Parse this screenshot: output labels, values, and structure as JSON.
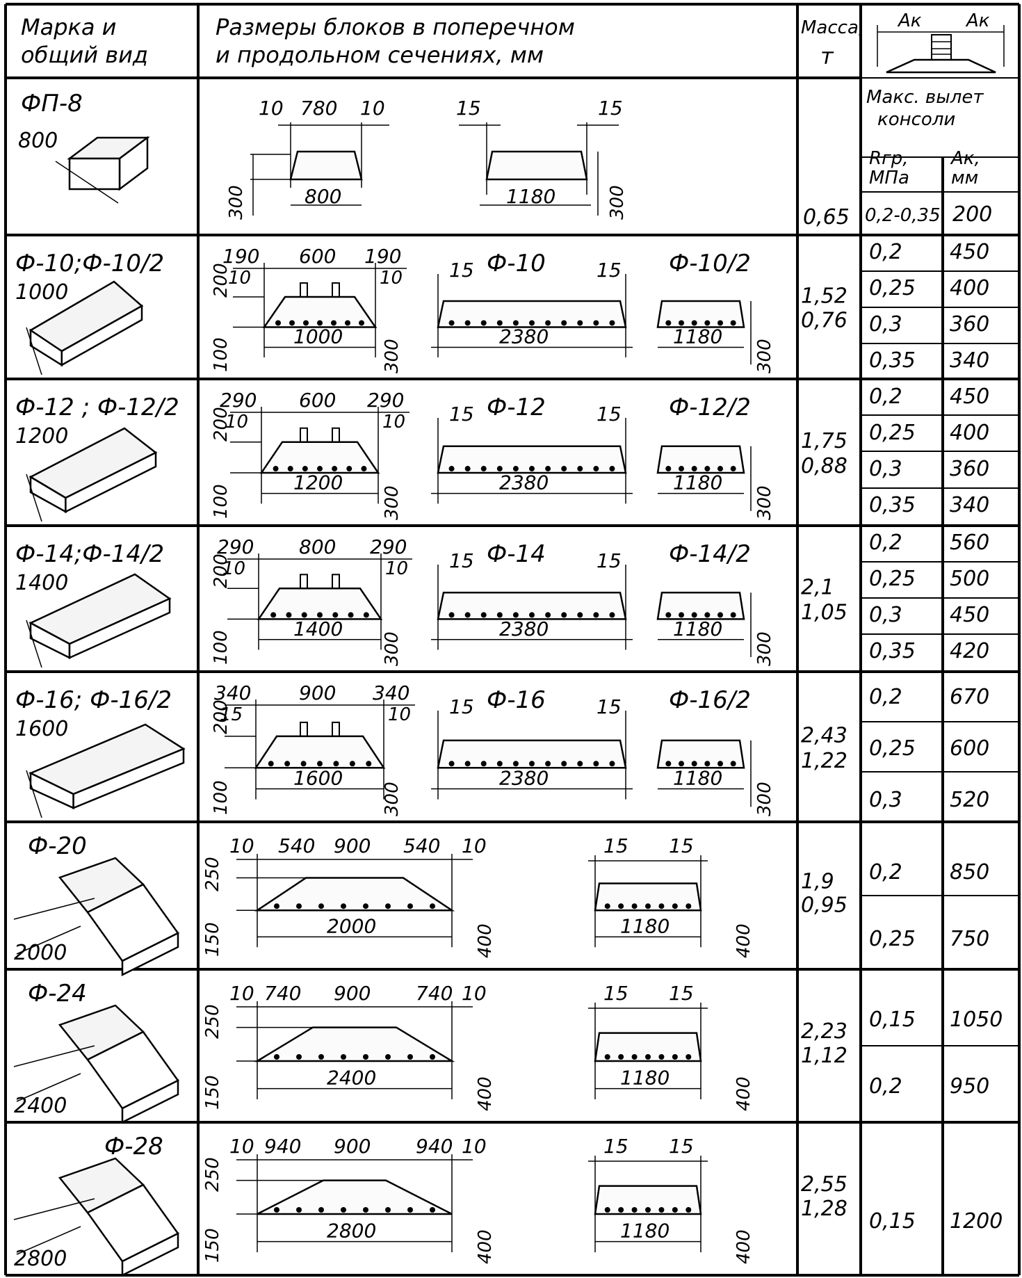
{
  "header": {
    "col1_line1": "Марка и",
    "col1_line2": "общий вид",
    "col2_line1": "Размеры   блоков  в  поперечном",
    "col2_line2": "и продольном  сечениях, мм",
    "col3_line1": "Масса,",
    "col3_line2": "т",
    "col4_ak_left": "Ак",
    "col4_ak_right": "Ак",
    "col4_title_line1": "Макс. вылет",
    "col4_title_line2": "консоли",
    "col4_r_line1": "Rгр,",
    "col4_r_line2": "МПа",
    "col4_a_line1": "Ак,",
    "col4_a_line2": "мм"
  },
  "rows": [
    {
      "mark": "ФП-8",
      "size": "800",
      "dims": {
        "left_a": "10",
        "mid": "780",
        "left_b": "10",
        "end_a": "15",
        "end_b": "15",
        "h": "300",
        "w": "800",
        "long": "1180",
        "h2": "300"
      },
      "mass": [
        "0,65"
      ],
      "table": [
        [
          "0,2-0,35",
          "200"
        ]
      ]
    },
    {
      "mark": "Ф-10;Ф-10/2",
      "size": "1000",
      "dims": {
        "top_a": "190",
        "top_mid": "600",
        "top_b": "190",
        "small_a": "10",
        "small_b": "10",
        "h_top": "200",
        "h_bot": "100",
        "w": "1000",
        "h_r": "300",
        "name_long": "Ф-10",
        "name_half": "Ф-10/2",
        "end_a": "15",
        "end_b": "15",
        "long": "2380",
        "half": "1180",
        "h2": "300"
      },
      "mass": [
        "1,52",
        "0,76"
      ],
      "table": [
        [
          "0,2",
          "450"
        ],
        [
          "0,25",
          "400"
        ],
        [
          "0,3",
          "360"
        ],
        [
          "0,35",
          "340"
        ]
      ]
    },
    {
      "mark": "Ф-12 ; Ф-12/2",
      "size": "1200",
      "dims": {
        "top_a": "290",
        "top_mid": "600",
        "top_b": "290",
        "small_a": "10",
        "small_b": "10",
        "h_top": "200",
        "h_bot": "100",
        "w": "1200",
        "h_r": "300",
        "name_long": "Ф-12",
        "name_half": "Ф-12/2",
        "end_a": "15",
        "end_b": "15",
        "long": "2380",
        "half": "1180",
        "h2": "300"
      },
      "mass": [
        "1,75",
        "0,88"
      ],
      "table": [
        [
          "0,2",
          "450"
        ],
        [
          "0,25",
          "400"
        ],
        [
          "0,3",
          "360"
        ],
        [
          "0,35",
          "340"
        ]
      ]
    },
    {
      "mark": "Ф-14;Ф-14/2",
      "size": "1400",
      "dims": {
        "top_a": "290",
        "top_mid": "800",
        "top_b": "290",
        "small_a": "10",
        "small_b": "10",
        "h_top": "200",
        "h_bot": "100",
        "w": "1400",
        "h_r": "300",
        "name_long": "Ф-14",
        "name_half": "Ф-14/2",
        "end_a": "15",
        "end_b": "15",
        "long": "2380",
        "half": "1180",
        "h2": "300"
      },
      "mass": [
        "2,1",
        "1,05"
      ],
      "table": [
        [
          "0,2",
          "560"
        ],
        [
          "0,25",
          "500"
        ],
        [
          "0,3",
          "450"
        ],
        [
          "0,35",
          "420"
        ]
      ]
    },
    {
      "mark": "Ф-16; Ф-16/2",
      "size": "1600",
      "dims": {
        "top_a": "340",
        "top_mid": "900",
        "top_b": "340",
        "small_a": "15",
        "small_b": "10",
        "h_top": "200",
        "h_bot": "100",
        "w": "1600",
        "h_r": "300",
        "name_long": "Ф-16",
        "name_half": "Ф-16/2",
        "end_a": "15",
        "end_b": "15",
        "long": "2380",
        "half": "1180",
        "h2": "300"
      },
      "mass": [
        "2,43",
        "1,22"
      ],
      "table": [
        [
          "0,2",
          "670"
        ],
        [
          "0,25",
          "600"
        ],
        [
          "0,3",
          "520"
        ]
      ]
    },
    {
      "mark": "Ф-20",
      "size": "2000",
      "dims": {
        "top_a": "540",
        "top_mid": "900",
        "top_b": "540",
        "small_a": "10",
        "small_b": "10",
        "h_top": "250",
        "h_bot": "150",
        "w": "2000",
        "h_r": "400",
        "end_a": "15",
        "end_b": "15",
        "half": "1180",
        "h2": "400"
      },
      "mass": [
        "1,9",
        "0,95"
      ],
      "table": [
        [
          "0,2",
          "850"
        ],
        [
          "0,25",
          "750"
        ]
      ]
    },
    {
      "mark": "Ф-24",
      "size": "2400",
      "dims": {
        "small_a": "10",
        "top_a": "740",
        "top_mid": "900",
        "top_b": "740",
        "small_b": "10",
        "h_top": "250",
        "h_bot": "150",
        "w": "2400",
        "h_r": "400",
        "end_a": "15",
        "end_b": "15",
        "half": "1180",
        "h2": "400"
      },
      "mass": [
        "2,23",
        "1,12"
      ],
      "table": [
        [
          "0,15",
          "1050"
        ],
        [
          "0,2",
          "950"
        ]
      ]
    },
    {
      "mark": "Ф-28",
      "size": "2800",
      "dims": {
        "small_a": "10",
        "top_a": "940",
        "top_mid": "900",
        "top_b": "940",
        "small_b": "10",
        "h_top": "250",
        "h_bot": "150",
        "w": "2800",
        "h_r": "400",
        "end_a": "15",
        "end_b": "15",
        "half": "1180",
        "h2": "400"
      },
      "mass": [
        "2,55",
        "1,28"
      ],
      "table": [
        [
          "0,15",
          "1200"
        ]
      ]
    }
  ]
}
